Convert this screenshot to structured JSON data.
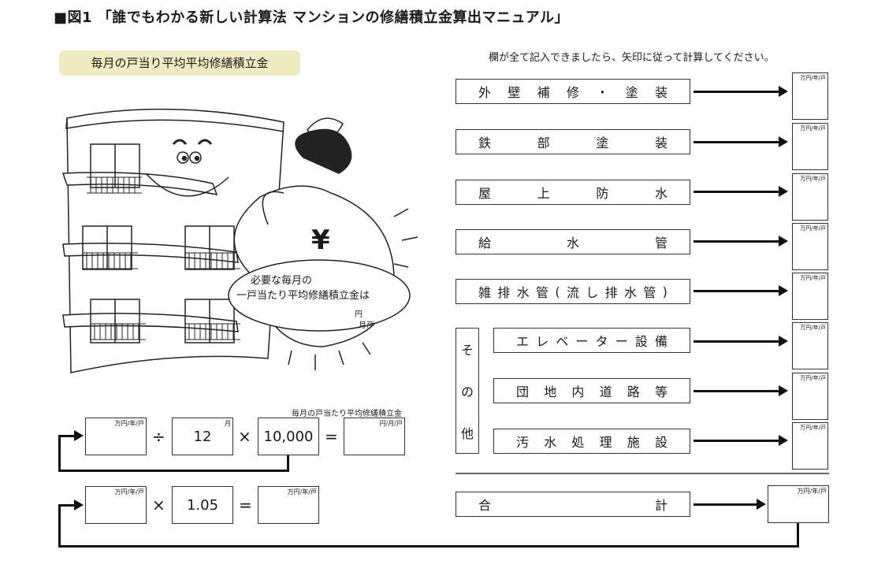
{
  "title": "■図1 「誰でもわかる新しい計算法 マンションの修繕積立金算出マニュアル」",
  "subtitle": "毎月の戸当り平均平均修繕積立金",
  "instruction": "欄が全て記入できましたら、矢印に従って計算してください。",
  "items": [
    {
      "label": [
        "外",
        "壁",
        "補",
        "修",
        "・",
        "塗",
        "装"
      ],
      "unit": "万円/年/戸"
    },
    {
      "label": [
        "鉄",
        "部",
        "塗",
        "装"
      ],
      "unit": "万円/年/戸"
    },
    {
      "label": [
        "屋",
        "上",
        "防",
        "水"
      ],
      "unit": "万円/年/戸"
    },
    {
      "label": [
        "給",
        "水",
        "管"
      ],
      "unit": "万円/年/戸"
    },
    {
      "label": [
        "雑",
        "排",
        "水",
        "管",
        "(",
        "流",
        "し",
        "排",
        "水",
        "管",
        ")"
      ],
      "unit": "万円/年/戸"
    }
  ],
  "other": {
    "label": [
      "そ",
      "の",
      "他"
    ],
    "items": [
      {
        "label": [
          "エ",
          "レ",
          "ベ",
          "ー",
          "タ",
          "ー",
          "設",
          "備"
        ],
        "unit": "万円/年/戸"
      },
      {
        "label": [
          "団",
          "地",
          "内",
          "道",
          "路",
          "等"
        ],
        "unit": "万円/年/戸"
      },
      {
        "label": [
          "汚",
          "水",
          "処",
          "理",
          "施",
          "設"
        ],
        "unit": "万円/年/戸"
      }
    ]
  },
  "total": {
    "label": [
      "合",
      "計"
    ],
    "unit": "万円/年/戸"
  },
  "calc": {
    "row1": {
      "box1_unit": "万円/年/戸",
      "op1": "÷",
      "months": "12",
      "months_unit": "月",
      "op2": "×",
      "multiplier": "10,000",
      "op3": "=",
      "result_label": "毎月の戸当たり平均修繕積立金",
      "result_unit": "円/月/戸"
    },
    "row2": {
      "box1_unit": "万円/年/戸",
      "op1": "×",
      "factor": "1.05",
      "op2": "=",
      "result_unit": "万円/年/戸"
    }
  },
  "illustration": {
    "bag_symbol": "¥",
    "bubble_line1": "必要な毎月の",
    "bubble_line2": "一戸当たり平均修繕積立金は",
    "bubble_unit_top": "円",
    "bubble_unit_bottom": "月戸"
  }
}
